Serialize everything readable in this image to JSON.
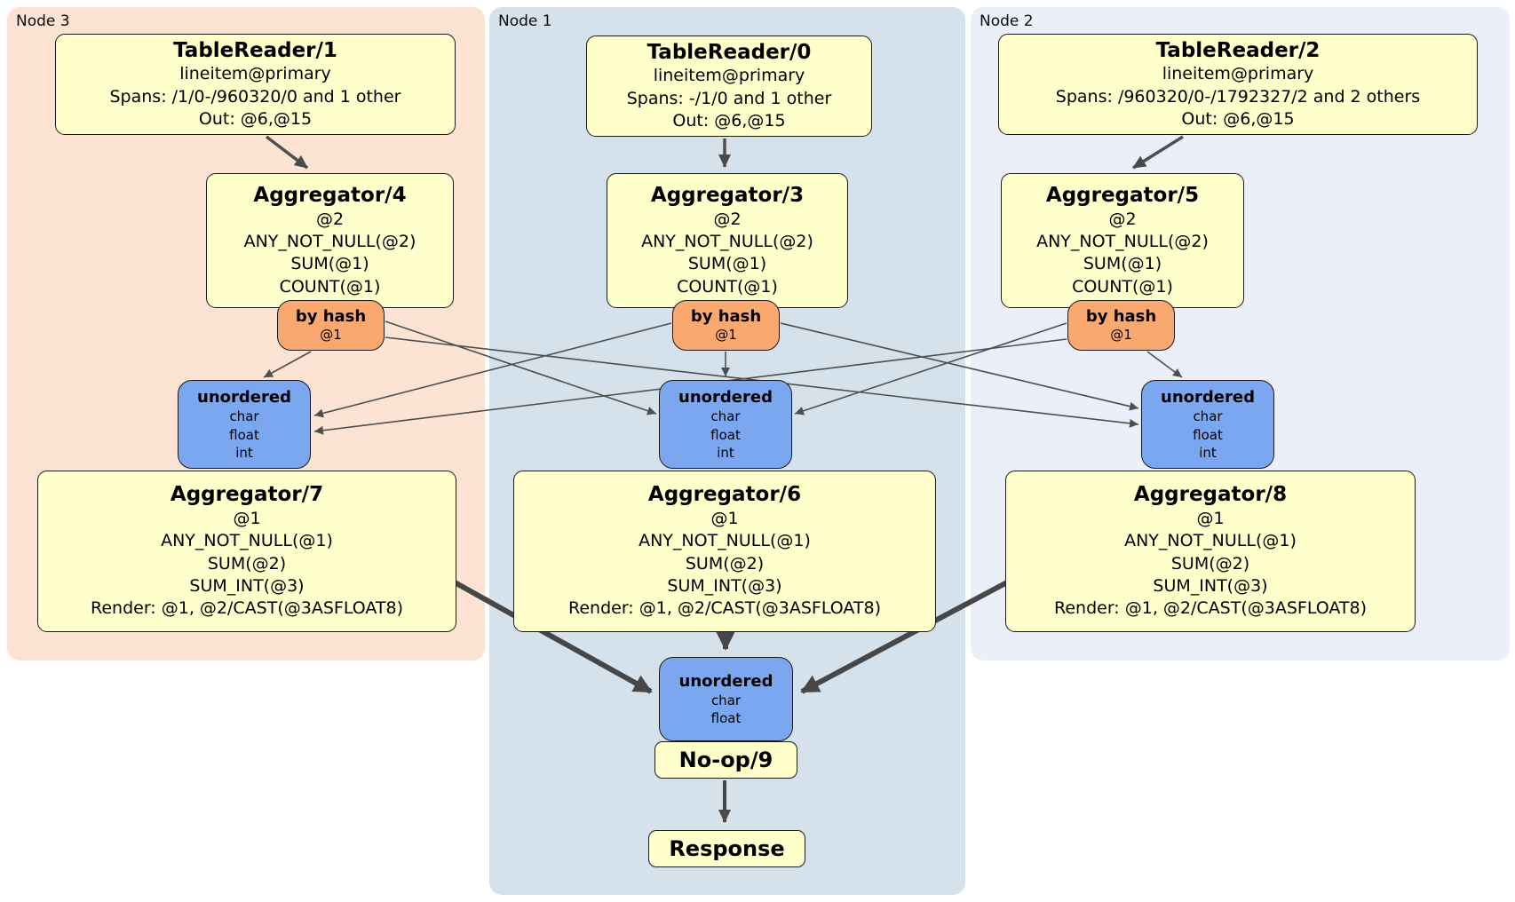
{
  "colors": {
    "node3_region": "#fce3d4",
    "node1_region": "#d5e2ec",
    "node2_region": "#eaeffa",
    "processor_box": "#ffffcc",
    "hash_router_box": "#f9a870",
    "sync_box": "#7aa7f0",
    "edge": "#4a4a4a"
  },
  "node_groups": [
    {
      "label": "Node 3",
      "table_reader": {
        "title": "TableReader/1",
        "lines": [
          "lineitem@primary",
          "Spans: /1/0-/960320/0 and 1 other",
          "Out: @6,@15"
        ]
      },
      "pre_aggregator": {
        "title": "Aggregator/4",
        "lines": [
          "@2",
          "ANY_NOT_NULL(@2)",
          "SUM(@1)",
          "COUNT(@1)"
        ]
      },
      "hash_router": {
        "title": "by hash",
        "detail": "@1"
      },
      "input_sync": {
        "title": "unordered",
        "lines": [
          "char",
          "float",
          "int"
        ]
      },
      "final_aggregator": {
        "title": "Aggregator/7",
        "lines": [
          "@1",
          "ANY_NOT_NULL(@1)",
          "SUM(@2)",
          "SUM_INT(@3)",
          "Render: @1, @2/CAST(@3ASFLOAT8)"
        ]
      }
    },
    {
      "label": "Node 1",
      "table_reader": {
        "title": "TableReader/0",
        "lines": [
          "lineitem@primary",
          "Spans: -/1/0 and 1 other",
          "Out: @6,@15"
        ]
      },
      "pre_aggregator": {
        "title": "Aggregator/3",
        "lines": [
          "@2",
          "ANY_NOT_NULL(@2)",
          "SUM(@1)",
          "COUNT(@1)"
        ]
      },
      "hash_router": {
        "title": "by hash",
        "detail": "@1"
      },
      "input_sync": {
        "title": "unordered",
        "lines": [
          "char",
          "float",
          "int"
        ]
      },
      "final_aggregator": {
        "title": "Aggregator/6",
        "lines": [
          "@1",
          "ANY_NOT_NULL(@1)",
          "SUM(@2)",
          "SUM_INT(@3)",
          "Render: @1, @2/CAST(@3ASFLOAT8)"
        ]
      }
    },
    {
      "label": "Node 2",
      "table_reader": {
        "title": "TableReader/2",
        "lines": [
          "lineitem@primary",
          "Spans: /960320/0-/1792327/2 and 2 others",
          "Out: @6,@15"
        ]
      },
      "pre_aggregator": {
        "title": "Aggregator/5",
        "lines": [
          "@2",
          "ANY_NOT_NULL(@2)",
          "SUM(@1)",
          "COUNT(@1)"
        ]
      },
      "hash_router": {
        "title": "by hash",
        "detail": "@1"
      },
      "input_sync": {
        "title": "unordered",
        "lines": [
          "char",
          "float",
          "int"
        ]
      },
      "final_aggregator": {
        "title": "Aggregator/8",
        "lines": [
          "@1",
          "ANY_NOT_NULL(@1)",
          "SUM(@2)",
          "SUM_INT(@3)",
          "Render: @1, @2/CAST(@3ASFLOAT8)"
        ]
      }
    }
  ],
  "final_stage": {
    "input_sync": {
      "title": "unordered",
      "lines": [
        "char",
        "float"
      ]
    },
    "noop": {
      "title": "No-op/9"
    },
    "response": {
      "title": "Response"
    }
  }
}
